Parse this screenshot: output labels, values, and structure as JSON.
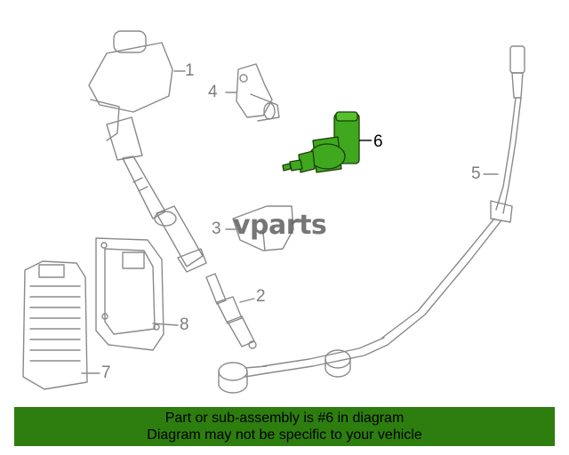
{
  "callouts": {
    "c1": "1",
    "c2": "2",
    "c3": "3",
    "c4": "4",
    "c5": "5",
    "c6": "6",
    "c7": "7",
    "c8": "8"
  },
  "watermark": "vparts",
  "banner": {
    "line1": "Part or sub-assembly is #6 in diagram",
    "line2": "Diagram may not be specific to your vehicle"
  },
  "colors": {
    "highlight_part": "#3fa81f",
    "banner_bg": "#2e7d0f",
    "line_art": "#8a8a8a"
  }
}
